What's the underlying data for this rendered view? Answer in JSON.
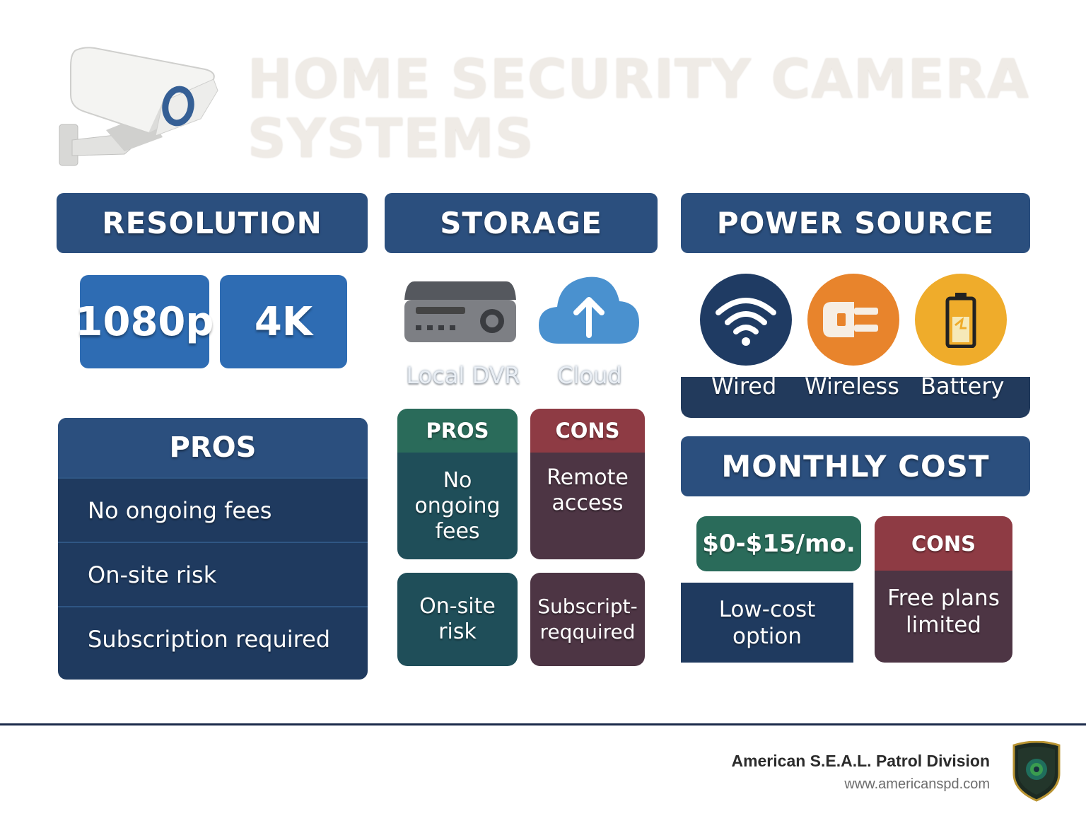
{
  "title": {
    "line1": "HOME SECURITY CAMERA",
    "line2": "SYSTEMS"
  },
  "resolution": {
    "header": "RESOLUTION",
    "options": [
      "1080p",
      "4K"
    ],
    "pros": {
      "header": "PROS",
      "items": [
        "No ongoing fees",
        "On-site risk",
        "Subscription required"
      ]
    }
  },
  "storage": {
    "header": "STORAGE",
    "options": [
      {
        "label": "Local DVR",
        "icon": "dvr-icon"
      },
      {
        "label": "Cloud",
        "icon": "cloud-upload-icon"
      }
    ],
    "pros_header": "PROS",
    "cons_header": "CONS",
    "pros_items": [
      "No ongoing fees",
      "On-site risk"
    ],
    "cons_items": [
      "Remote access",
      "Subscript- reqquired"
    ]
  },
  "power": {
    "header": "POWER SOURCE",
    "options": [
      {
        "label": "Wired",
        "icon": "wifi-icon",
        "color": "#1f3b63"
      },
      {
        "label": "Wireless",
        "icon": "plug-icon",
        "color": "#e8842c"
      },
      {
        "label": "Battery",
        "icon": "battery-icon",
        "color": "#efac2b"
      }
    ]
  },
  "monthly_cost": {
    "header": "MONTHLY COST",
    "price": "$0-$15/mo.",
    "price_note": "Low-cost option",
    "cons_header": "CONS",
    "cons_item": "Free plans limited"
  },
  "footer": {
    "organization": "American S.E.A.L. Patrol Division",
    "website": "www.americanspd.com",
    "badge_icon": "seal-badge-icon"
  },
  "colors": {
    "navy": "#2b4f7e",
    "dark_navy": "#1f3a5f",
    "blue": "#2e6cb3",
    "green": "#2a6b5a",
    "red": "#8e3b44"
  }
}
